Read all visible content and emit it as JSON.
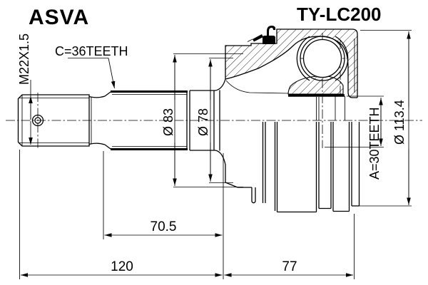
{
  "drawing": {
    "brand": "ASVA",
    "part_number": "TY-LC200",
    "colors": {
      "ink": "#000000",
      "paper": "#ffffff"
    },
    "labels": {
      "outer_spline_teeth": "C=36TEETH",
      "thread_size": "M22X1.5",
      "outer_boot_diameter": "Ø 83",
      "inner_boot_diameter": "Ø 78",
      "inner_spline_teeth": "A=30TEETH",
      "housing_diameter": "Ø 113.4"
    },
    "dimensions": {
      "spline_section_length": "70.5",
      "shaft_length": "120",
      "housing_length": "77"
    }
  }
}
